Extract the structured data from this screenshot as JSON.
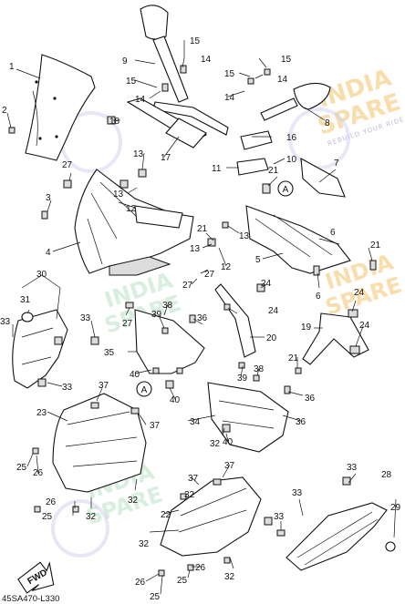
{
  "diagram": {
    "code": "45SA470-L330",
    "fwd_label": "FWD",
    "watermark": {
      "words": [
        "INDIA",
        "SPARE",
        "INDIA",
        "SPARE",
        "INDIA",
        "SPARE",
        "INDIA",
        "SPARE"
      ],
      "tagline": "REBUILD YOUR RIDE"
    },
    "ref_marker": "A",
    "callouts": [
      {
        "id": "c1",
        "num": "1"
      },
      {
        "id": "c2",
        "num": "2"
      },
      {
        "id": "c3",
        "num": "3"
      },
      {
        "id": "c4",
        "num": "4"
      },
      {
        "id": "c5",
        "num": "5"
      },
      {
        "id": "c6a",
        "num": "6"
      },
      {
        "id": "c6b",
        "num": "6"
      },
      {
        "id": "c7",
        "num": "7"
      },
      {
        "id": "c8",
        "num": "8"
      },
      {
        "id": "c9",
        "num": "9"
      },
      {
        "id": "c10",
        "num": "10"
      },
      {
        "id": "c11",
        "num": "11"
      },
      {
        "id": "c12a",
        "num": "12"
      },
      {
        "id": "c12b",
        "num": "12"
      },
      {
        "id": "c13a",
        "num": "13"
      },
      {
        "id": "c13b",
        "num": "13"
      },
      {
        "id": "c13c",
        "num": "13"
      },
      {
        "id": "c13d",
        "num": "13"
      },
      {
        "id": "c14a",
        "num": "14"
      },
      {
        "id": "c14b",
        "num": "14"
      },
      {
        "id": "c14c",
        "num": "14"
      },
      {
        "id": "c14d",
        "num": "14"
      },
      {
        "id": "c15a",
        "num": "15"
      },
      {
        "id": "c15b",
        "num": "15"
      },
      {
        "id": "c15c",
        "num": "15"
      },
      {
        "id": "c15d",
        "num": "15"
      },
      {
        "id": "c16",
        "num": "16"
      },
      {
        "id": "c17",
        "num": "17"
      },
      {
        "id": "c18",
        "num": "18"
      },
      {
        "id": "c19",
        "num": "19"
      },
      {
        "id": "c20",
        "num": "20"
      },
      {
        "id": "c21a",
        "num": "21"
      },
      {
        "id": "c21b",
        "num": "21"
      },
      {
        "id": "c21c",
        "num": "21"
      },
      {
        "id": "c21d",
        "num": "21"
      },
      {
        "id": "c22",
        "num": "22"
      },
      {
        "id": "c23",
        "num": "23"
      },
      {
        "id": "c24a",
        "num": "24"
      },
      {
        "id": "c24b",
        "num": "24"
      },
      {
        "id": "c24c",
        "num": "24"
      },
      {
        "id": "c24d",
        "num": "24"
      },
      {
        "id": "c25a",
        "num": "25"
      },
      {
        "id": "c25b",
        "num": "25"
      },
      {
        "id": "c25c",
        "num": "25"
      },
      {
        "id": "c25d",
        "num": "25"
      },
      {
        "id": "c26a",
        "num": "26"
      },
      {
        "id": "c26b",
        "num": "26"
      },
      {
        "id": "c26c",
        "num": "26"
      },
      {
        "id": "c26d",
        "num": "26"
      },
      {
        "id": "c27a",
        "num": "27"
      },
      {
        "id": "c27b",
        "num": "27"
      },
      {
        "id": "c27c",
        "num": "27"
      },
      {
        "id": "c27d",
        "num": "27"
      },
      {
        "id": "c28",
        "num": "28"
      },
      {
        "id": "c29",
        "num": "29"
      },
      {
        "id": "c30",
        "num": "30"
      },
      {
        "id": "c31",
        "num": "31"
      },
      {
        "id": "c32a",
        "num": "32"
      },
      {
        "id": "c32b",
        "num": "32"
      },
      {
        "id": "c32c",
        "num": "32"
      },
      {
        "id": "c32d",
        "num": "32"
      },
      {
        "id": "c32e",
        "num": "32"
      },
      {
        "id": "c32f",
        "num": "32"
      },
      {
        "id": "c33a",
        "num": "33"
      },
      {
        "id": "c33b",
        "num": "33"
      },
      {
        "id": "c33c",
        "num": "33"
      },
      {
        "id": "c33d",
        "num": "33"
      },
      {
        "id": "c33e",
        "num": "33"
      },
      {
        "id": "c33f",
        "num": "33"
      },
      {
        "id": "c34",
        "num": "34"
      },
      {
        "id": "c35",
        "num": "35"
      },
      {
        "id": "c36a",
        "num": "36"
      },
      {
        "id": "c36b",
        "num": "36"
      },
      {
        "id": "c36c",
        "num": "36"
      },
      {
        "id": "c37a",
        "num": "37"
      },
      {
        "id": "c37b",
        "num": "37"
      },
      {
        "id": "c37c",
        "num": "37"
      },
      {
        "id": "c37d",
        "num": "37"
      },
      {
        "id": "c38a",
        "num": "38"
      },
      {
        "id": "c38b",
        "num": "38"
      },
      {
        "id": "c39a",
        "num": "39"
      },
      {
        "id": "c39b",
        "num": "39"
      },
      {
        "id": "c40a",
        "num": "40"
      },
      {
        "id": "c40b",
        "num": "40"
      },
      {
        "id": "c40c",
        "num": "40"
      }
    ]
  }
}
